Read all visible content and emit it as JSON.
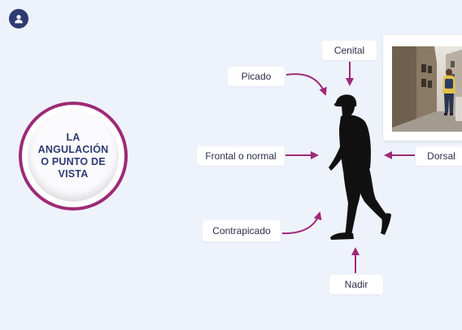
{
  "title": "LA ANGULACIÓN O PUNTO DE VISTA",
  "labels": {
    "cenital": "Cenital",
    "picado": "Picado",
    "frontal": "Frontal o normal",
    "dorsal": "Dorsal",
    "contrapicado": "Contrapicado",
    "nadir": "Nadir"
  },
  "icons": {
    "avatar": "user-icon"
  },
  "colors": {
    "accent": "#9e2a77",
    "navy": "#2e3a72",
    "background": "#eef2fb"
  }
}
